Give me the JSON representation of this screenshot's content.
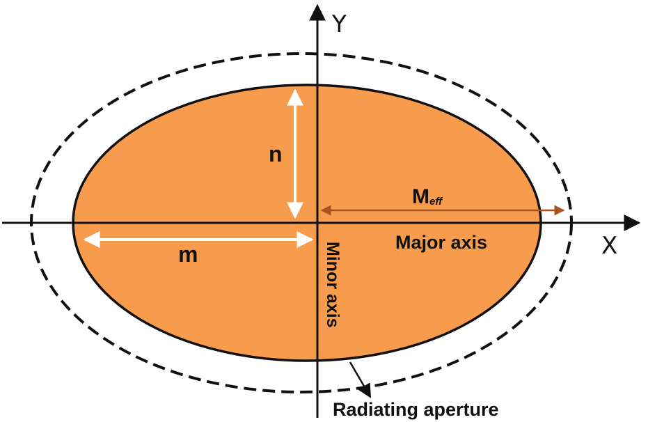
{
  "labels": {
    "y_axis": "Y",
    "x_axis": "X",
    "n": "n",
    "m": "m",
    "m_eff_main": "M",
    "m_eff_sub": "eff",
    "major_axis": "Major axis",
    "minor_axis": "Minor axis",
    "radiating_aperture": "Radiating aperture"
  },
  "colors": {
    "ellipse_fill": "#F79C4D",
    "outline": "#111111",
    "dimension_arrow": "#ffffff",
    "m_eff_arrow": "#A8541E",
    "background": "#ffffff"
  }
}
